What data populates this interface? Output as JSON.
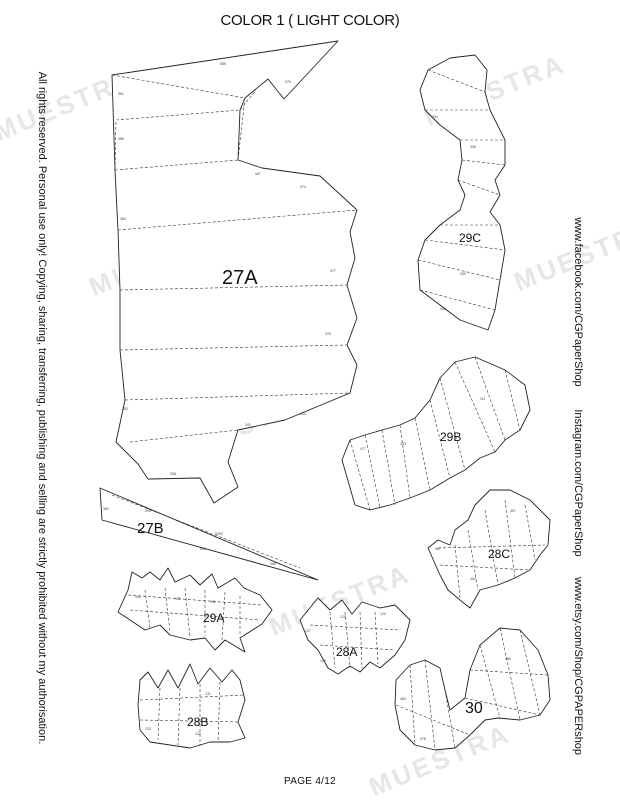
{
  "header": {
    "title": "COLOR 1 ( LIGHT COLOR)"
  },
  "side_text": {
    "left": "All rights reserved. Personal use only! Copying, sharing, transferring, publishing  and selling are strictly prohibited without my authorisation.",
    "facebook": "www.facebook.com/CGPaperShop",
    "instagram": "Instagram.com/CGPaperShop",
    "etsy": "www.etsy.com/Shop/CGPAPERshop"
  },
  "watermark": "MUESTRA",
  "pieces": {
    "p27A": "27A",
    "p27B": "27B",
    "p29A": "29A",
    "p28A": "28A",
    "p28B": "28B",
    "p29B": "29B",
    "p29C": "29C",
    "p28C": "28C",
    "p30": "30"
  },
  "footer": {
    "page": "PAGE   4/12"
  }
}
